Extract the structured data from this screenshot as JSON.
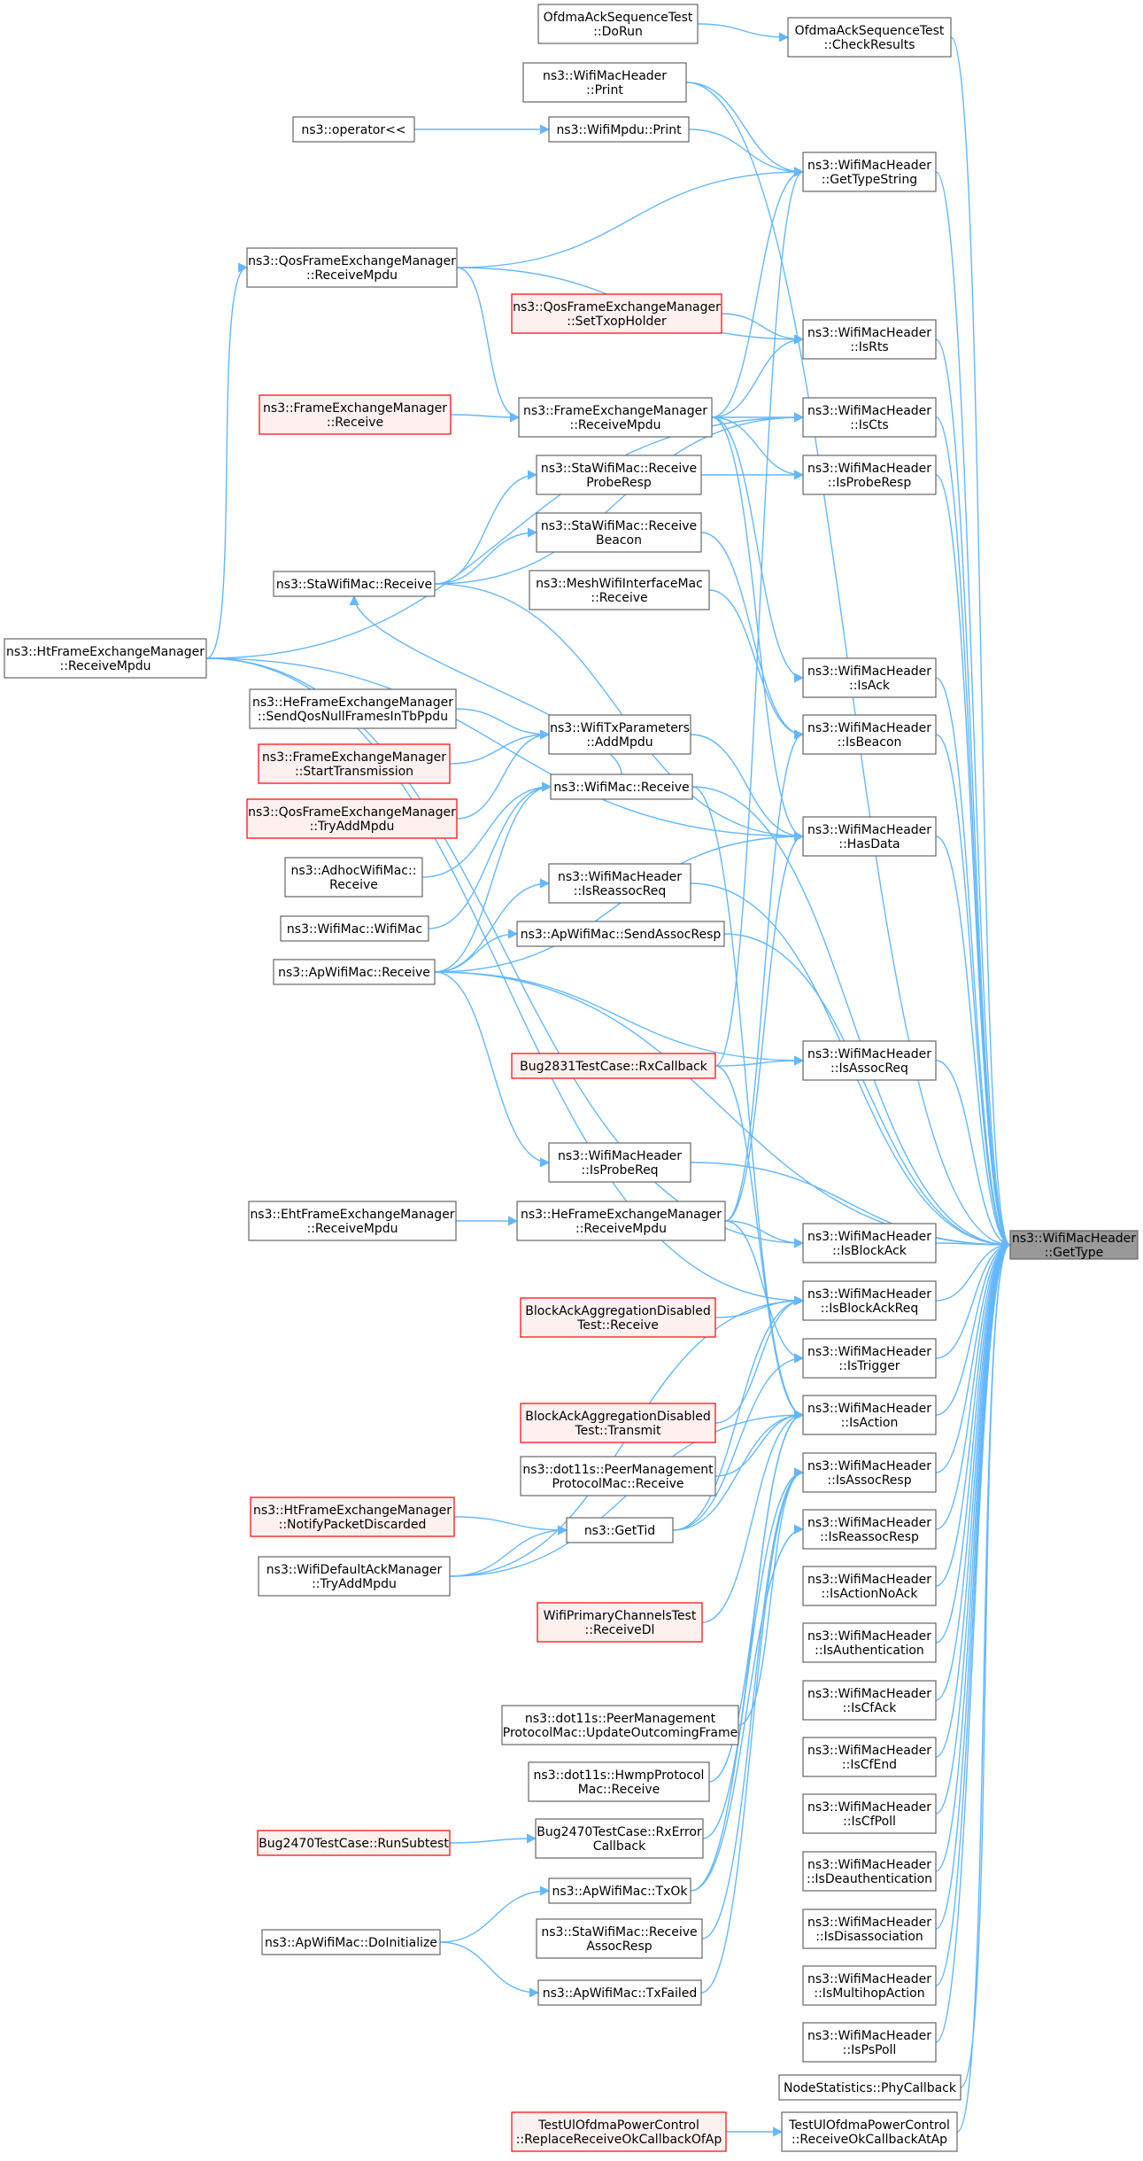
{
  "colors": {
    "edge": "#63b8ff",
    "node_fill": "#ffffff",
    "node_stroke": "#666666",
    "red_fill": "#fff0f0",
    "red_stroke": "#ff0000",
    "target_fill": "#999999",
    "target_stroke": "#666666"
  },
  "nodes": {
    "target": {
      "lines": [
        "ns3::WifiMacHeader",
        "::GetType"
      ],
      "style": "target"
    },
    "ofdmaDoRun": {
      "lines": [
        "OfdmaAckSequenceTest",
        "::DoRun"
      ],
      "style": "normal"
    },
    "ofdmaCheck": {
      "lines": [
        "OfdmaAckSequenceTest",
        "::CheckResults"
      ],
      "style": "normal"
    },
    "print": {
      "lines": [
        "ns3::WifiMacHeader",
        "::Print"
      ],
      "style": "normal"
    },
    "operator": {
      "lines": [
        "ns3::operator<<"
      ],
      "style": "normal"
    },
    "mpduPrint": {
      "lines": [
        "ns3::WifiMpdu::Print"
      ],
      "style": "normal"
    },
    "getTypeString": {
      "lines": [
        "ns3::WifiMacHeader",
        "::GetTypeString"
      ],
      "style": "normal"
    },
    "qosRecvMpdu": {
      "lines": [
        "ns3::QosFrameExchangeManager",
        "::ReceiveMpdu"
      ],
      "style": "normal"
    },
    "qosSetTxop": {
      "lines": [
        "ns3::QosFrameExchangeManager",
        "::SetTxopHolder"
      ],
      "style": "red"
    },
    "isRts": {
      "lines": [
        "ns3::WifiMacHeader",
        "::IsRts"
      ],
      "style": "normal"
    },
    "feReceive": {
      "lines": [
        "ns3::FrameExchangeManager",
        "::Receive"
      ],
      "style": "red"
    },
    "feRecvMpdu": {
      "lines": [
        "ns3::FrameExchangeManager",
        "::ReceiveMpdu"
      ],
      "style": "normal"
    },
    "isCts": {
      "lines": [
        "ns3::WifiMacHeader",
        "::IsCts"
      ],
      "style": "normal"
    },
    "staRecvProbeResp": {
      "lines": [
        "ns3::StaWifiMac::Receive",
        "ProbeResp"
      ],
      "style": "normal"
    },
    "isProbeResp": {
      "lines": [
        "ns3::WifiMacHeader",
        "::IsProbeResp"
      ],
      "style": "normal"
    },
    "staRecvBeacon": {
      "lines": [
        "ns3::StaWifiMac::Receive",
        "Beacon"
      ],
      "style": "normal"
    },
    "staReceive": {
      "lines": [
        "ns3::StaWifiMac::Receive"
      ],
      "style": "normal"
    },
    "meshRecv": {
      "lines": [
        "ns3::MeshWifiInterfaceMac",
        "::Receive"
      ],
      "style": "normal"
    },
    "htRecvMpdu": {
      "lines": [
        "ns3::HtFrameExchangeManager",
        "::ReceiveMpdu"
      ],
      "style": "normal"
    },
    "isAck": {
      "lines": [
        "ns3::WifiMacHeader",
        "::IsAck"
      ],
      "style": "normal"
    },
    "heSendQos": {
      "lines": [
        "ns3::HeFrameExchangeManager",
        "::SendQosNullFramesInTbPpdu"
      ],
      "style": "normal"
    },
    "txParamsAdd": {
      "lines": [
        "ns3::WifiTxParameters",
        "::AddMpdu"
      ],
      "style": "normal"
    },
    "isBeacon": {
      "lines": [
        "ns3::WifiMacHeader",
        "::IsBeacon"
      ],
      "style": "normal"
    },
    "feStartTx": {
      "lines": [
        "ns3::FrameExchangeManager",
        "::StartTransmission"
      ],
      "style": "red"
    },
    "wifiMacRecv": {
      "lines": [
        "ns3::WifiMac::Receive"
      ],
      "style": "normal"
    },
    "qosTryAdd": {
      "lines": [
        "ns3::QosFrameExchangeManager",
        "::TryAddMpdu"
      ],
      "style": "red"
    },
    "hasData": {
      "lines": [
        "ns3::WifiMacHeader",
        "::HasData"
      ],
      "style": "normal"
    },
    "adhocRecv": {
      "lines": [
        "ns3::AdhocWifiMac::",
        "Receive"
      ],
      "style": "normal"
    },
    "isReassocReq": {
      "lines": [
        "ns3::WifiMacHeader",
        "::IsReassocReq"
      ],
      "style": "normal"
    },
    "wifiMacCtor": {
      "lines": [
        "ns3::WifiMac::WifiMac"
      ],
      "style": "normal"
    },
    "apSendAssoc": {
      "lines": [
        "ns3::ApWifiMac::SendAssocResp"
      ],
      "style": "normal"
    },
    "apReceive": {
      "lines": [
        "ns3::ApWifiMac::Receive"
      ],
      "style": "normal"
    },
    "isAssocReq": {
      "lines": [
        "ns3::WifiMacHeader",
        "::IsAssocReq"
      ],
      "style": "normal"
    },
    "bug2831": {
      "lines": [
        "Bug2831TestCase::RxCallback"
      ],
      "style": "red"
    },
    "isProbeReq": {
      "lines": [
        "ns3::WifiMacHeader",
        "::IsProbeReq"
      ],
      "style": "normal"
    },
    "ehtRecvMpdu": {
      "lines": [
        "ns3::EhtFrameExchangeManager",
        "::ReceiveMpdu"
      ],
      "style": "normal"
    },
    "heRecvMpdu": {
      "lines": [
        "ns3::HeFrameExchangeManager",
        "::ReceiveMpdu"
      ],
      "style": "normal"
    },
    "isBlockAck": {
      "lines": [
        "ns3::WifiMacHeader",
        "::IsBlockAck"
      ],
      "style": "normal"
    },
    "baReceive": {
      "lines": [
        "BlockAckAggregationDisabled",
        "Test::Receive"
      ],
      "style": "red"
    },
    "isBlockAckReq": {
      "lines": [
        "ns3::WifiMacHeader",
        "::IsBlockAckReq"
      ],
      "style": "normal"
    },
    "isTrigger": {
      "lines": [
        "ns3::WifiMacHeader",
        "::IsTrigger"
      ],
      "style": "normal"
    },
    "baTransmit": {
      "lines": [
        "BlockAckAggregationDisabled",
        "Test::Transmit"
      ],
      "style": "red"
    },
    "isAction": {
      "lines": [
        "ns3::WifiMacHeader",
        "::IsAction"
      ],
      "style": "normal"
    },
    "peerMgmtRecv": {
      "lines": [
        "ns3::dot11s::PeerManagement",
        "ProtocolMac::Receive"
      ],
      "style": "normal"
    },
    "isAssocResp": {
      "lines": [
        "ns3::WifiMacHeader",
        "::IsAssocResp"
      ],
      "style": "normal"
    },
    "htNotify": {
      "lines": [
        "ns3::HtFrameExchangeManager",
        "::NotifyPacketDiscarded"
      ],
      "style": "red"
    },
    "getTid": {
      "lines": [
        "ns3::GetTid"
      ],
      "style": "normal"
    },
    "isReassocResp": {
      "lines": [
        "ns3::WifiMacHeader",
        "::IsReassocResp"
      ],
      "style": "normal"
    },
    "defaultAckTry": {
      "lines": [
        "ns3::WifiDefaultAckManager",
        "::TryAddMpdu"
      ],
      "style": "normal"
    },
    "isActionNoAck": {
      "lines": [
        "ns3::WifiMacHeader",
        "::IsActionNoAck"
      ],
      "style": "normal"
    },
    "primaryRecvDl": {
      "lines": [
        "WifiPrimaryChannelsTest",
        "::ReceiveDl"
      ],
      "style": "red"
    },
    "isAuth": {
      "lines": [
        "ns3::WifiMacHeader",
        "::IsAuthentication"
      ],
      "style": "normal"
    },
    "isCfAck": {
      "lines": [
        "ns3::WifiMacHeader",
        "::IsCfAck"
      ],
      "style": "normal"
    },
    "peerMgmtUpdate": {
      "lines": [
        "ns3::dot11s::PeerManagement",
        "ProtocolMac::UpdateOutcomingFrame"
      ],
      "style": "normal"
    },
    "isCfEnd": {
      "lines": [
        "ns3::WifiMacHeader",
        "::IsCfEnd"
      ],
      "style": "normal"
    },
    "hwmpRecv": {
      "lines": [
        "ns3::dot11s::HwmpProtocol",
        "Mac::Receive"
      ],
      "style": "normal"
    },
    "isCfPoll": {
      "lines": [
        "ns3::WifiMacHeader",
        "::IsCfPoll"
      ],
      "style": "normal"
    },
    "bug2470Run": {
      "lines": [
        "Bug2470TestCase::RunSubtest"
      ],
      "style": "red"
    },
    "bug2470RxErr": {
      "lines": [
        "Bug2470TestCase::RxError",
        "Callback"
      ],
      "style": "normal"
    },
    "isDeauth": {
      "lines": [
        "ns3::WifiMacHeader",
        "::IsDeauthentication"
      ],
      "style": "normal"
    },
    "apTxOk": {
      "lines": [
        "ns3::ApWifiMac::TxOk"
      ],
      "style": "normal"
    },
    "isDisassoc": {
      "lines": [
        "ns3::WifiMacHeader",
        "::IsDisassociation"
      ],
      "style": "normal"
    },
    "apDoInit": {
      "lines": [
        "ns3::ApWifiMac::DoInitialize"
      ],
      "style": "normal"
    },
    "staRecvAssoc": {
      "lines": [
        "ns3::StaWifiMac::Receive",
        "AssocResp"
      ],
      "style": "normal"
    },
    "isMultihop": {
      "lines": [
        "ns3::WifiMacHeader",
        "::IsMultihopAction"
      ],
      "style": "normal"
    },
    "apTxFailed": {
      "lines": [
        "ns3::ApWifiMac::TxFailed"
      ],
      "style": "normal"
    },
    "isPsPoll": {
      "lines": [
        "ns3::WifiMacHeader",
        "::IsPsPoll"
      ],
      "style": "normal"
    },
    "nodeStats": {
      "lines": [
        "NodeStatistics::PhyCallback"
      ],
      "style": "normal"
    },
    "ulReplace": {
      "lines": [
        "TestUlOfdmaPowerControl",
        "::ReplaceReceiveOkCallbackOfAp"
      ],
      "style": "red"
    },
    "ulReceiveOk": {
      "lines": [
        "TestUlOfdmaPowerControl",
        "::ReceiveOkCallbackAtAp"
      ],
      "style": "normal"
    }
  },
  "edges": [
    [
      "ofdmaDoRun",
      "ofdmaCheck"
    ],
    [
      "ofdmaCheck",
      "target"
    ],
    [
      "print",
      "getTypeString"
    ],
    [
      "print",
      "target"
    ],
    [
      "operator",
      "mpduPrint"
    ],
    [
      "mpduPrint",
      "getTypeString"
    ],
    [
      "getTypeString",
      "target"
    ],
    [
      "qosRecvMpdu",
      "getTypeString"
    ],
    [
      "qosRecvMpdu",
      "isRts"
    ],
    [
      "qosRecvMpdu",
      "feRecvMpdu"
    ],
    [
      "qosSetTxop",
      "isRts"
    ],
    [
      "isRts",
      "target"
    ],
    [
      "feReceive",
      "feRecvMpdu"
    ],
    [
      "feRecvMpdu",
      "getTypeString"
    ],
    [
      "feRecvMpdu",
      "isRts"
    ],
    [
      "feRecvMpdu",
      "isCts"
    ],
    [
      "feRecvMpdu",
      "isProbeResp"
    ],
    [
      "feRecvMpdu",
      "isAck"
    ],
    [
      "feRecvMpdu",
      "hasData"
    ],
    [
      "isCts",
      "target"
    ],
    [
      "staRecvProbeResp",
      "isProbeResp"
    ],
    [
      "isProbeResp",
      "target"
    ],
    [
      "staRecvBeacon",
      "isBeacon"
    ],
    [
      "staReceive",
      "staRecvProbeResp"
    ],
    [
      "staReceive",
      "staRecvBeacon"
    ],
    [
      "staReceive",
      "isCts"
    ],
    [
      "staReceive",
      "hasData"
    ],
    [
      "meshRecv",
      "isBeacon"
    ],
    [
      "htRecvMpdu",
      "qosRecvMpdu"
    ],
    [
      "htRecvMpdu",
      "isCts"
    ],
    [
      "htRecvMpdu",
      "hasData"
    ],
    [
      "htRecvMpdu",
      "isBlockAck"
    ],
    [
      "htRecvMpdu",
      "isBlockAckReq"
    ],
    [
      "isAck",
      "target"
    ],
    [
      "heSendQos",
      "txParamsAdd"
    ],
    [
      "txParamsAdd",
      "hasData"
    ],
    [
      "isBeacon",
      "target"
    ],
    [
      "feStartTx",
      "txParamsAdd"
    ],
    [
      "wifiMacRecv",
      "target"
    ],
    [
      "wifiMacRecv",
      "staReceive"
    ],
    [
      "wifiMacRecv",
      "isAction"
    ],
    [
      "qosTryAdd",
      "txParamsAdd"
    ],
    [
      "hasData",
      "target"
    ],
    [
      "adhocRecv",
      "wifiMacRecv"
    ],
    [
      "isReassocReq",
      "target"
    ],
    [
      "wifiMacCtor",
      "wifiMacRecv"
    ],
    [
      "apSendAssoc",
      "target"
    ],
    [
      "apReceive",
      "wifiMacRecv"
    ],
    [
      "apReceive",
      "isReassocReq"
    ],
    [
      "apReceive",
      "apSendAssoc"
    ],
    [
      "apReceive",
      "isAssocReq"
    ],
    [
      "apReceive",
      "isProbeReq"
    ],
    [
      "apReceive",
      "target"
    ],
    [
      "apReceive",
      "hasData"
    ],
    [
      "isAssocReq",
      "target"
    ],
    [
      "bug2831",
      "isAssocReq"
    ],
    [
      "bug2831",
      "getTypeString"
    ],
    [
      "bug2831",
      "isAction"
    ],
    [
      "isProbeReq",
      "target"
    ],
    [
      "ehtRecvMpdu",
      "heRecvMpdu"
    ],
    [
      "heRecvMpdu",
      "isBlockAck"
    ],
    [
      "heRecvMpdu",
      "isTrigger"
    ],
    [
      "heRecvMpdu",
      "isBeacon"
    ],
    [
      "heRecvMpdu",
      "hasData"
    ],
    [
      "isBlockAck",
      "target"
    ],
    [
      "baReceive",
      "isBlockAckReq"
    ],
    [
      "isBlockAckReq",
      "target"
    ],
    [
      "isTrigger",
      "target"
    ],
    [
      "baTransmit",
      "isBlockAckReq"
    ],
    [
      "isAction",
      "target"
    ],
    [
      "peerMgmtRecv",
      "isAction"
    ],
    [
      "isAssocResp",
      "target"
    ],
    [
      "htNotify",
      "getTid"
    ],
    [
      "getTid",
      "isBlockAckReq"
    ],
    [
      "getTid",
      "isTrigger"
    ],
    [
      "getTid",
      "isAction"
    ],
    [
      "defaultAckTry",
      "getTid"
    ],
    [
      "defaultAckTry",
      "isAction"
    ],
    [
      "defaultAckTry",
      "isBlockAckReq"
    ],
    [
      "isReassocResp",
      "target"
    ],
    [
      "isActionNoAck",
      "target"
    ],
    [
      "primaryRecvDl",
      "isAction"
    ],
    [
      "isAuth",
      "target"
    ],
    [
      "isCfAck",
      "target"
    ],
    [
      "peerMgmtUpdate",
      "isAssocResp"
    ],
    [
      "isCfEnd",
      "target"
    ],
    [
      "hwmpRecv",
      "isAction"
    ],
    [
      "isCfPoll",
      "target"
    ],
    [
      "bug2470Run",
      "bug2470RxErr"
    ],
    [
      "bug2470RxErr",
      "isAction"
    ],
    [
      "isDeauth",
      "target"
    ],
    [
      "apTxOk",
      "isAssocResp"
    ],
    [
      "apTxOk",
      "isReassocResp"
    ],
    [
      "isDisassoc",
      "target"
    ],
    [
      "apDoInit",
      "apTxOk"
    ],
    [
      "apDoInit",
      "apTxFailed"
    ],
    [
      "staRecvAssoc",
      "isAssocResp"
    ],
    [
      "isMultihop",
      "target"
    ],
    [
      "apTxFailed",
      "isAssocResp"
    ],
    [
      "isPsPoll",
      "target"
    ],
    [
      "nodeStats",
      "target"
    ],
    [
      "ulReplace",
      "ulReceiveOk"
    ],
    [
      "ulReceiveOk",
      "target"
    ]
  ]
}
